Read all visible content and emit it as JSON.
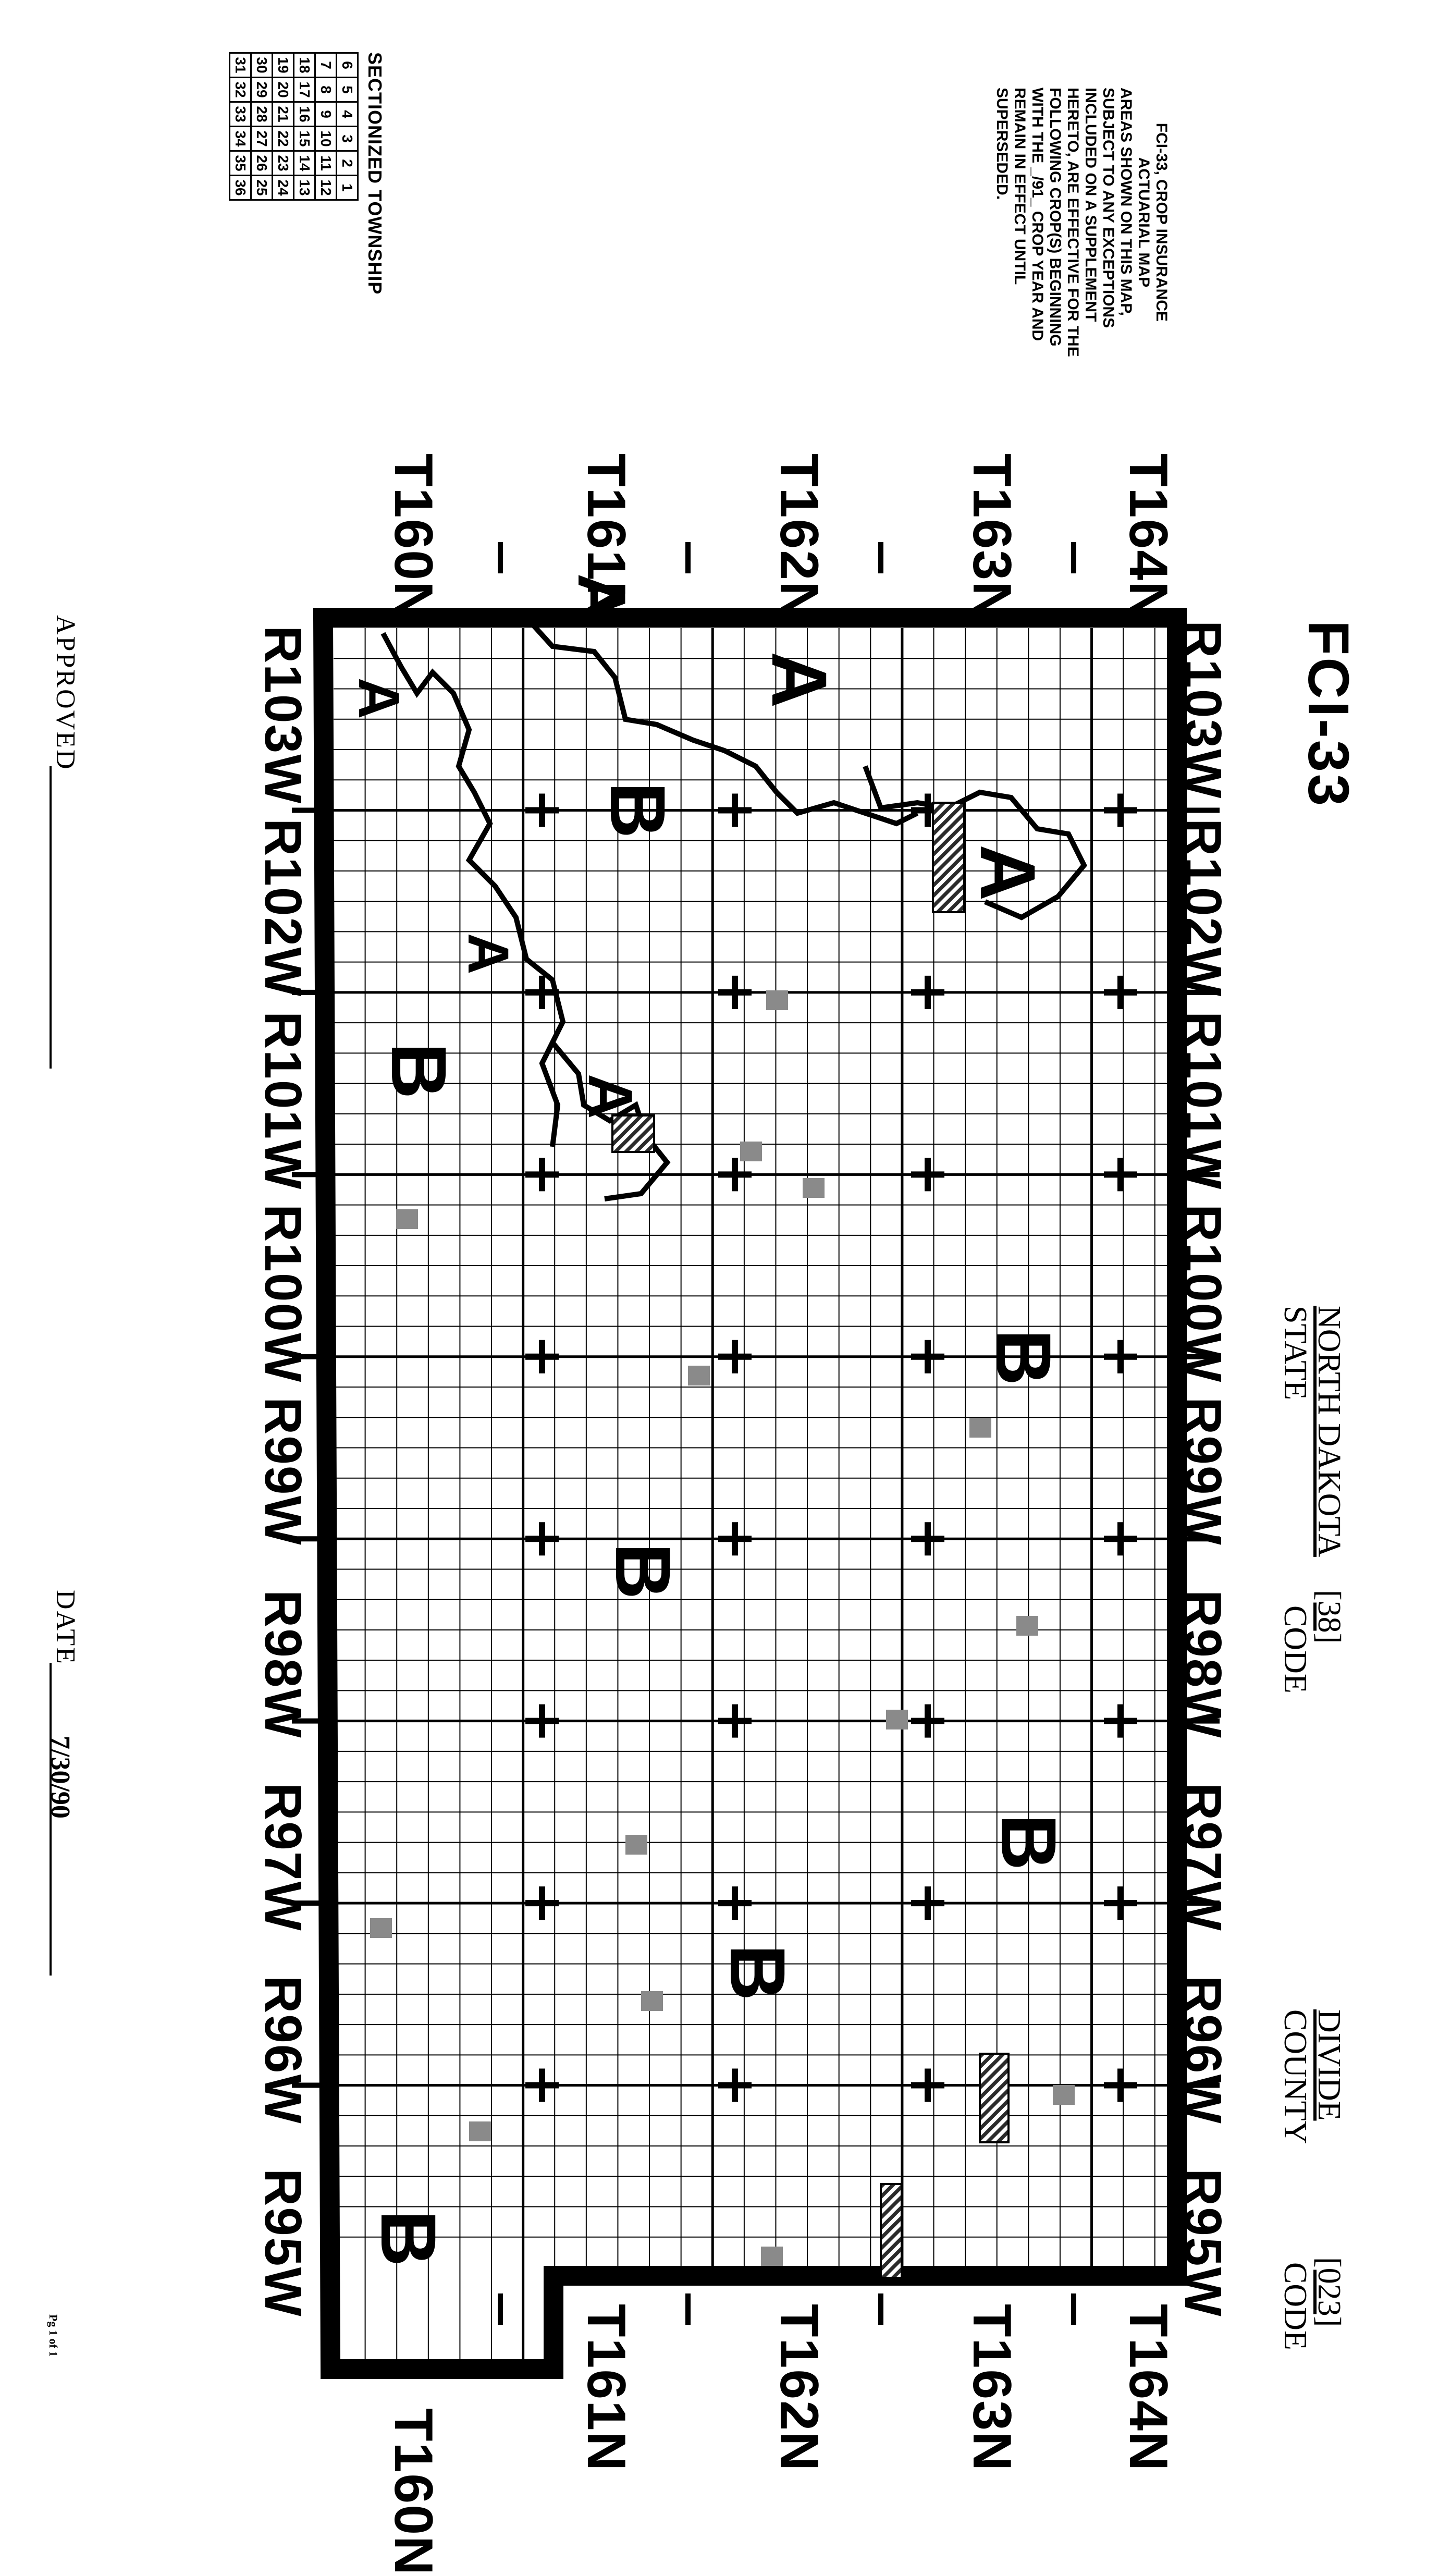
{
  "map": {
    "title": "FCI-33",
    "state_label": "NORTH DAKOTA",
    "state_caption": "STATE",
    "state_code_caption": "CODE",
    "state_code": "[38]",
    "county_label": "DIVIDE",
    "county_caption": "COUNTY",
    "county_code_caption": "CODE",
    "county_code": "[023]",
    "notice_heading_1": "FCI-33, CROP INSURANCE",
    "notice_heading_2": "ACTUARIAL MAP",
    "notice_lines": [
      "AREAS SHOWN ON THIS MAP,",
      "SUBJECT TO ANY EXCEPTIONS",
      "INCLUDED ON A SUPPLEMENT",
      "HERETO, ARE EFFECTIVE FOR THE",
      "FOLLOWING CROP(S) BEGINNING",
      "WITH THE _/91_ CROP YEAR AND",
      "REMAIN IN EFFECT UNTIL",
      "SUPERSEDED."
    ],
    "sectionized_title": "SECTIONIZED TOWNSHIP",
    "sectionized_rows": [
      [
        "6",
        "5",
        "4",
        "3",
        "2",
        "1"
      ],
      [
        "7",
        "8",
        "9",
        "10",
        "11",
        "12"
      ],
      [
        "18",
        "17",
        "16",
        "15",
        "14",
        "13"
      ],
      [
        "19",
        "20",
        "21",
        "22",
        "23",
        "24"
      ],
      [
        "30",
        "29",
        "28",
        "27",
        "26",
        "25"
      ],
      [
        "31",
        "32",
        "33",
        "34",
        "35",
        "36"
      ]
    ],
    "ranges": [
      "R103W",
      "R102W",
      "R101W",
      "R100W",
      "R99W",
      "R98W",
      "R97W",
      "R96W",
      "R95W"
    ],
    "townships": [
      "T164N",
      "T163N",
      "T162N",
      "T161N",
      "T160N"
    ],
    "area_labels": [
      "A",
      "A",
      "A",
      "A",
      "A",
      "A",
      "B",
      "B",
      "B",
      "B",
      "B",
      "B",
      "B"
    ],
    "approved_label": "APPROVED",
    "date_label": "DATE",
    "date_value": "7/30/90",
    "page_label": "Pg 1 of 1",
    "colors": {
      "ink": "#000000",
      "paper": "#ffffff",
      "stipple": "#8a8a8a",
      "hatch": "#3a3a3a"
    }
  }
}
